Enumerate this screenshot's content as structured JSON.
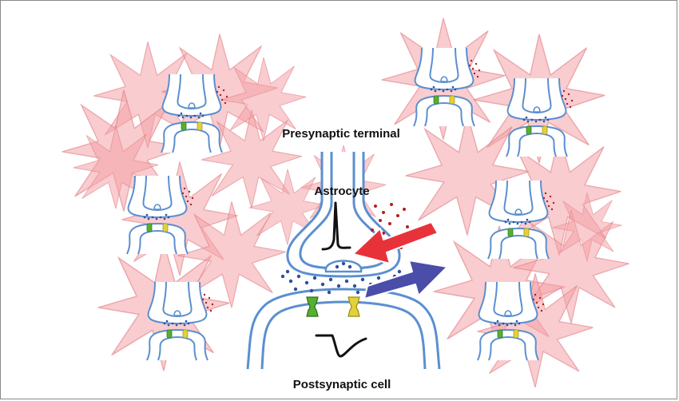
{
  "labels": {
    "presynaptic": "Presynaptic terminal",
    "astrocyte": "Astrocyte",
    "postsynaptic": "Postsynaptic cell"
  },
  "colors": {
    "astrocyte_fill": "#f4a3a8",
    "astrocyte_stroke": "#e07f86",
    "membrane": "#5b8fd0",
    "membrane_fill": "#ffffff",
    "vesicle": "#2c4f9e",
    "gliotransmitter": "#b21e24",
    "receptor_green": "#55b030",
    "receptor_yellow": "#e2d23a",
    "arrow_red": "#e8323a",
    "arrow_blue": "#4a4ea8",
    "trace": "#111111"
  },
  "icons": {
    "uptake_arrow": "arrow-into-astrocyte",
    "release_arrow": "arrow-out-of-astrocyte"
  }
}
